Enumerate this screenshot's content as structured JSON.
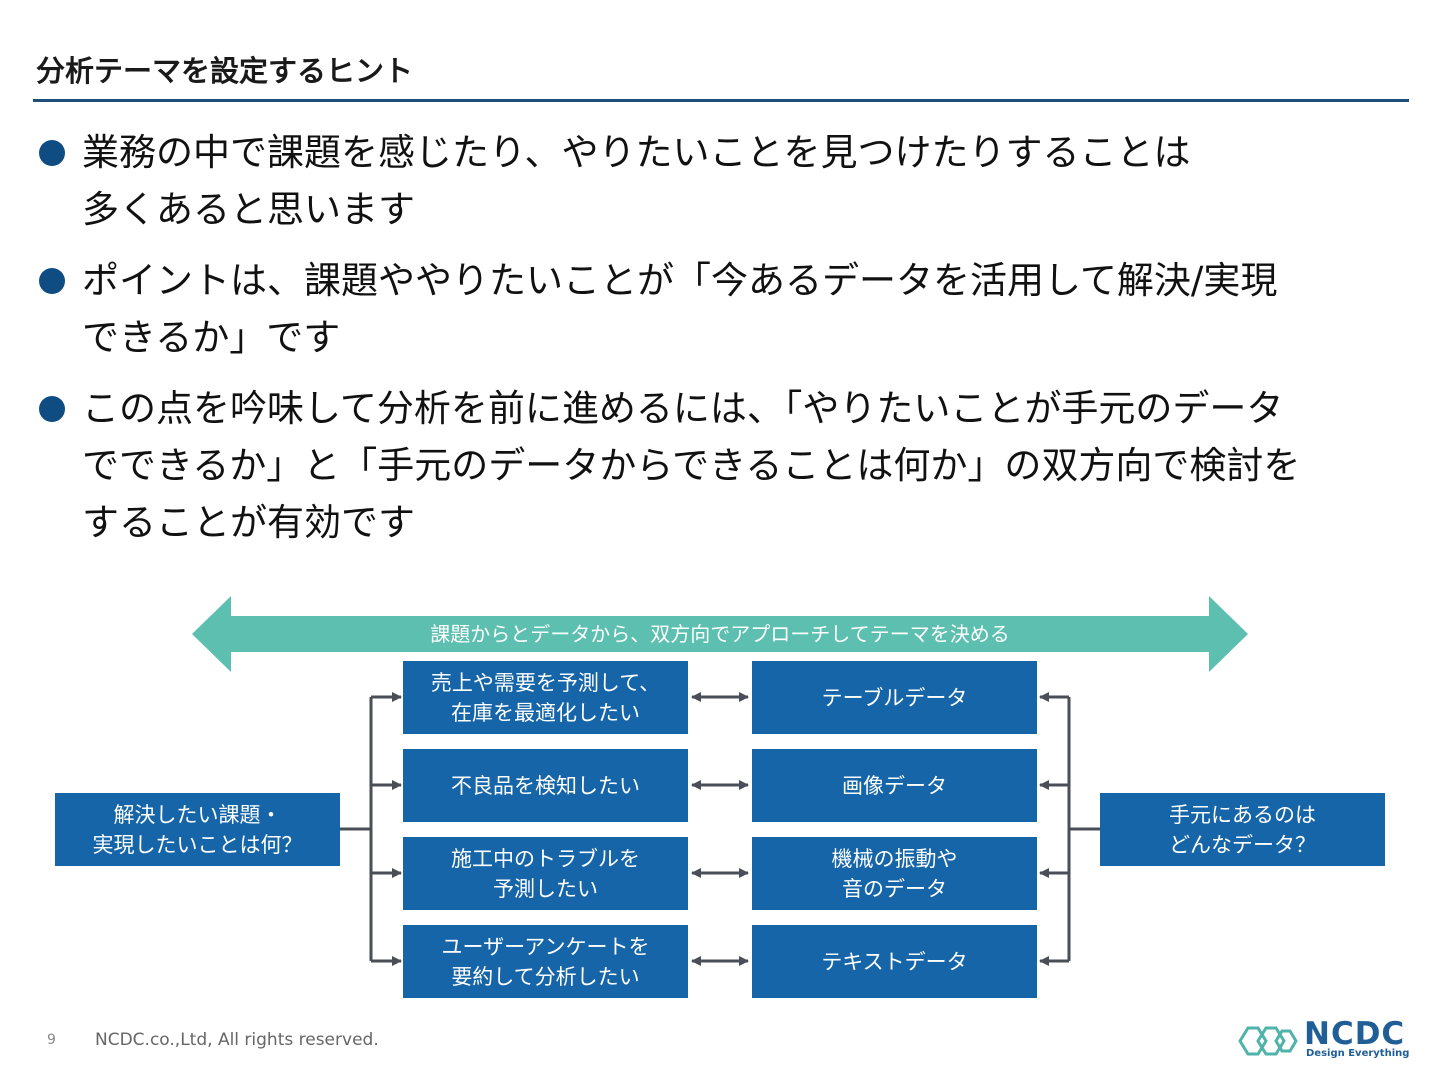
{
  "title": "分析テーマを設定するヒント",
  "bullets": [
    {
      "lines": [
        "業務の中で課題を感じたり、やりたいことを見つけたりすることは",
        "多くあると思います"
      ]
    },
    {
      "lines": [
        "ポイントは、課題ややりたいことが「今あるデータを活用して解決/実現",
        "できるか」です"
      ]
    },
    {
      "lines": [
        "この点を吟味して分析を前に進めるには、「やりたいことが手元のデータ",
        "でできるか」と「手元のデータからできることは何か」の双方向で検討を",
        "することが有効です"
      ]
    }
  ],
  "diagram": {
    "banner": "課題からとデータから、双方向でアプローチしてテーマを決める",
    "left_box": [
      "解決したい課題・",
      "実現したいことは何？"
    ],
    "right_box": [
      "手元にあるのは",
      "どんなデータ？"
    ],
    "tasks": [
      [
        "売上や需要を予測して、",
        "在庫を最適化したい"
      ],
      [
        "不良品を検知したい"
      ],
      [
        "施工中のトラブルを",
        "予測したい"
      ],
      [
        "ユーザーアンケートを",
        "要約して分析したい"
      ]
    ],
    "data_types": [
      [
        "テーブルデータ"
      ],
      [
        "画像データ"
      ],
      [
        "機械の振動や",
        "音のデータ"
      ],
      [
        "テキストデータ"
      ]
    ]
  },
  "footer": {
    "page_number": "9",
    "copyright": "NCDC.co.,Ltd, All rights reserved."
  },
  "logo": {
    "name": "NCDC",
    "tagline": "Design Everything"
  },
  "colors": {
    "title_rule": "#1e4f7a",
    "bullet_dot": "#0f4c81",
    "box_fill": "#1565a8",
    "banner_fill": "#5cbfb0",
    "connector": "#4a4f57",
    "logo": "#1f5e96",
    "logo_mark": "#4fb3a9"
  }
}
